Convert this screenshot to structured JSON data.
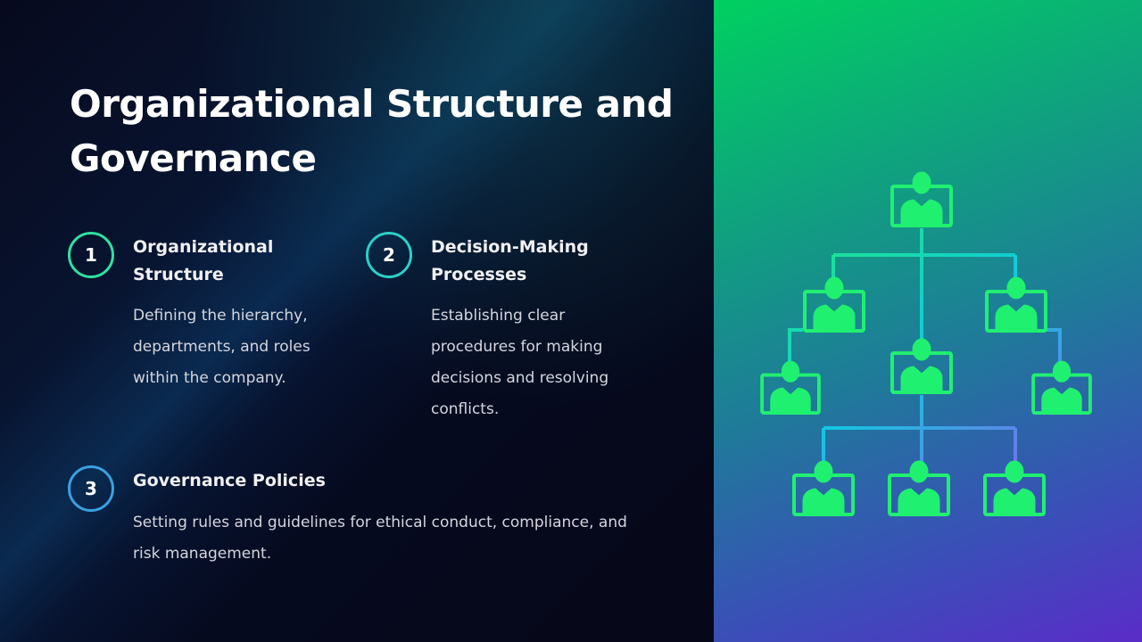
{
  "title": "Organizational Structure and Governance",
  "items": [
    {
      "number": "1",
      "heading": "Organizational Structure",
      "text": "Defining the hierarchy, departments, and roles within the company."
    },
    {
      "number": "2",
      "heading": "Decision-Making Processes",
      "text": "Establishing clear procedures for making decisions and resolving conflicts."
    },
    {
      "number": "3",
      "heading": "Governance Policies",
      "text": "Setting rules and guidelines for ethical conduct, compliance, and risk management."
    }
  ],
  "colors": {
    "circle1": "#2fe0a0",
    "circle2": "#2ad0c8",
    "circle3": "#3aa0e0",
    "chart_top": "#20f070",
    "chart_bottom": "#9050f0"
  },
  "image_icon": "org-chart-icon"
}
